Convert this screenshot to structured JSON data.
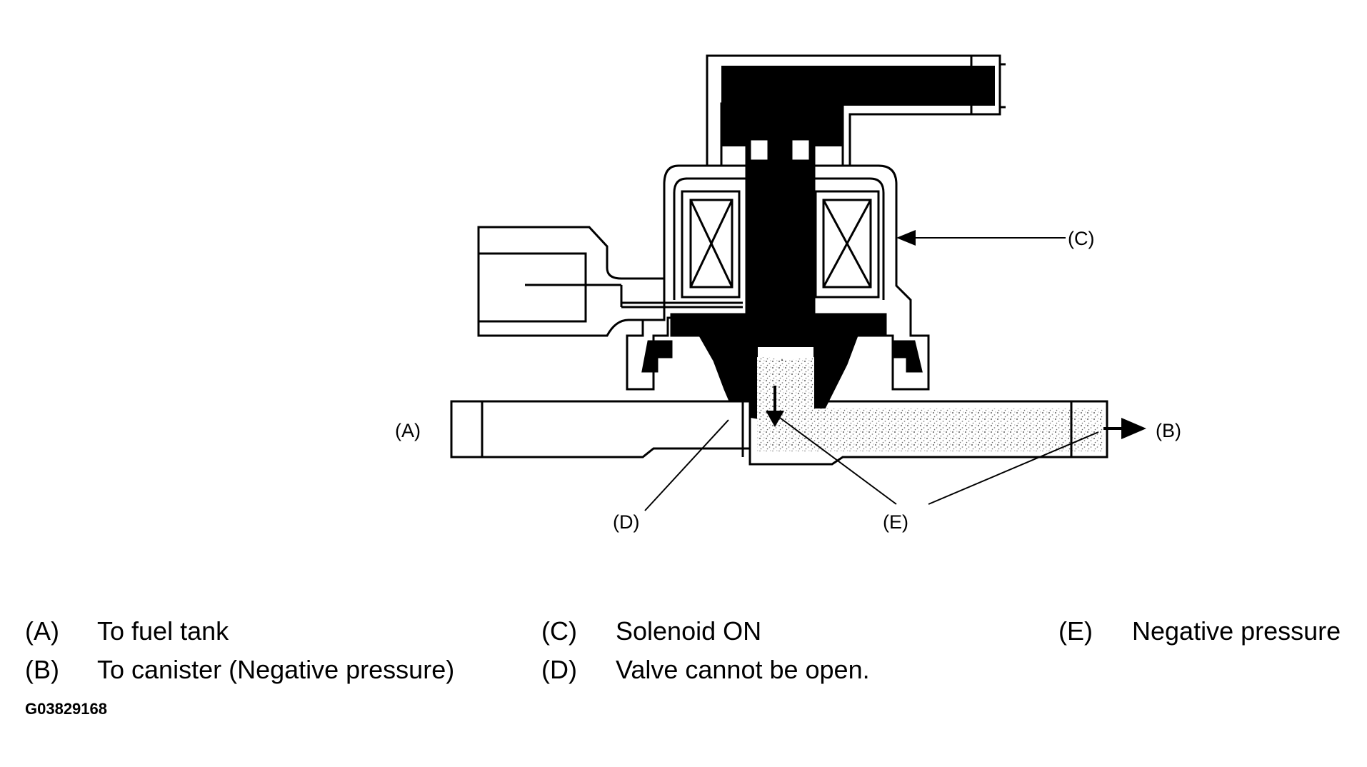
{
  "callouts": {
    "A": "(A)",
    "B": "(B)",
    "C": "(C)",
    "D": "(D)",
    "E": "(E)"
  },
  "legend": [
    {
      "code": "(A)",
      "text": "To fuel tank"
    },
    {
      "code": "(B)",
      "text": "To canister (Negative pressure)"
    },
    {
      "code": "(C)",
      "text": "Solenoid ON"
    },
    {
      "code": "(D)",
      "text": "Valve cannot be open."
    },
    {
      "code": "(E)",
      "text": "Negative pressure"
    }
  ],
  "figure_id": "G03829168",
  "colors": {
    "ink": "#000000",
    "paper": "#ffffff",
    "stipple": "#9a9a9a"
  }
}
